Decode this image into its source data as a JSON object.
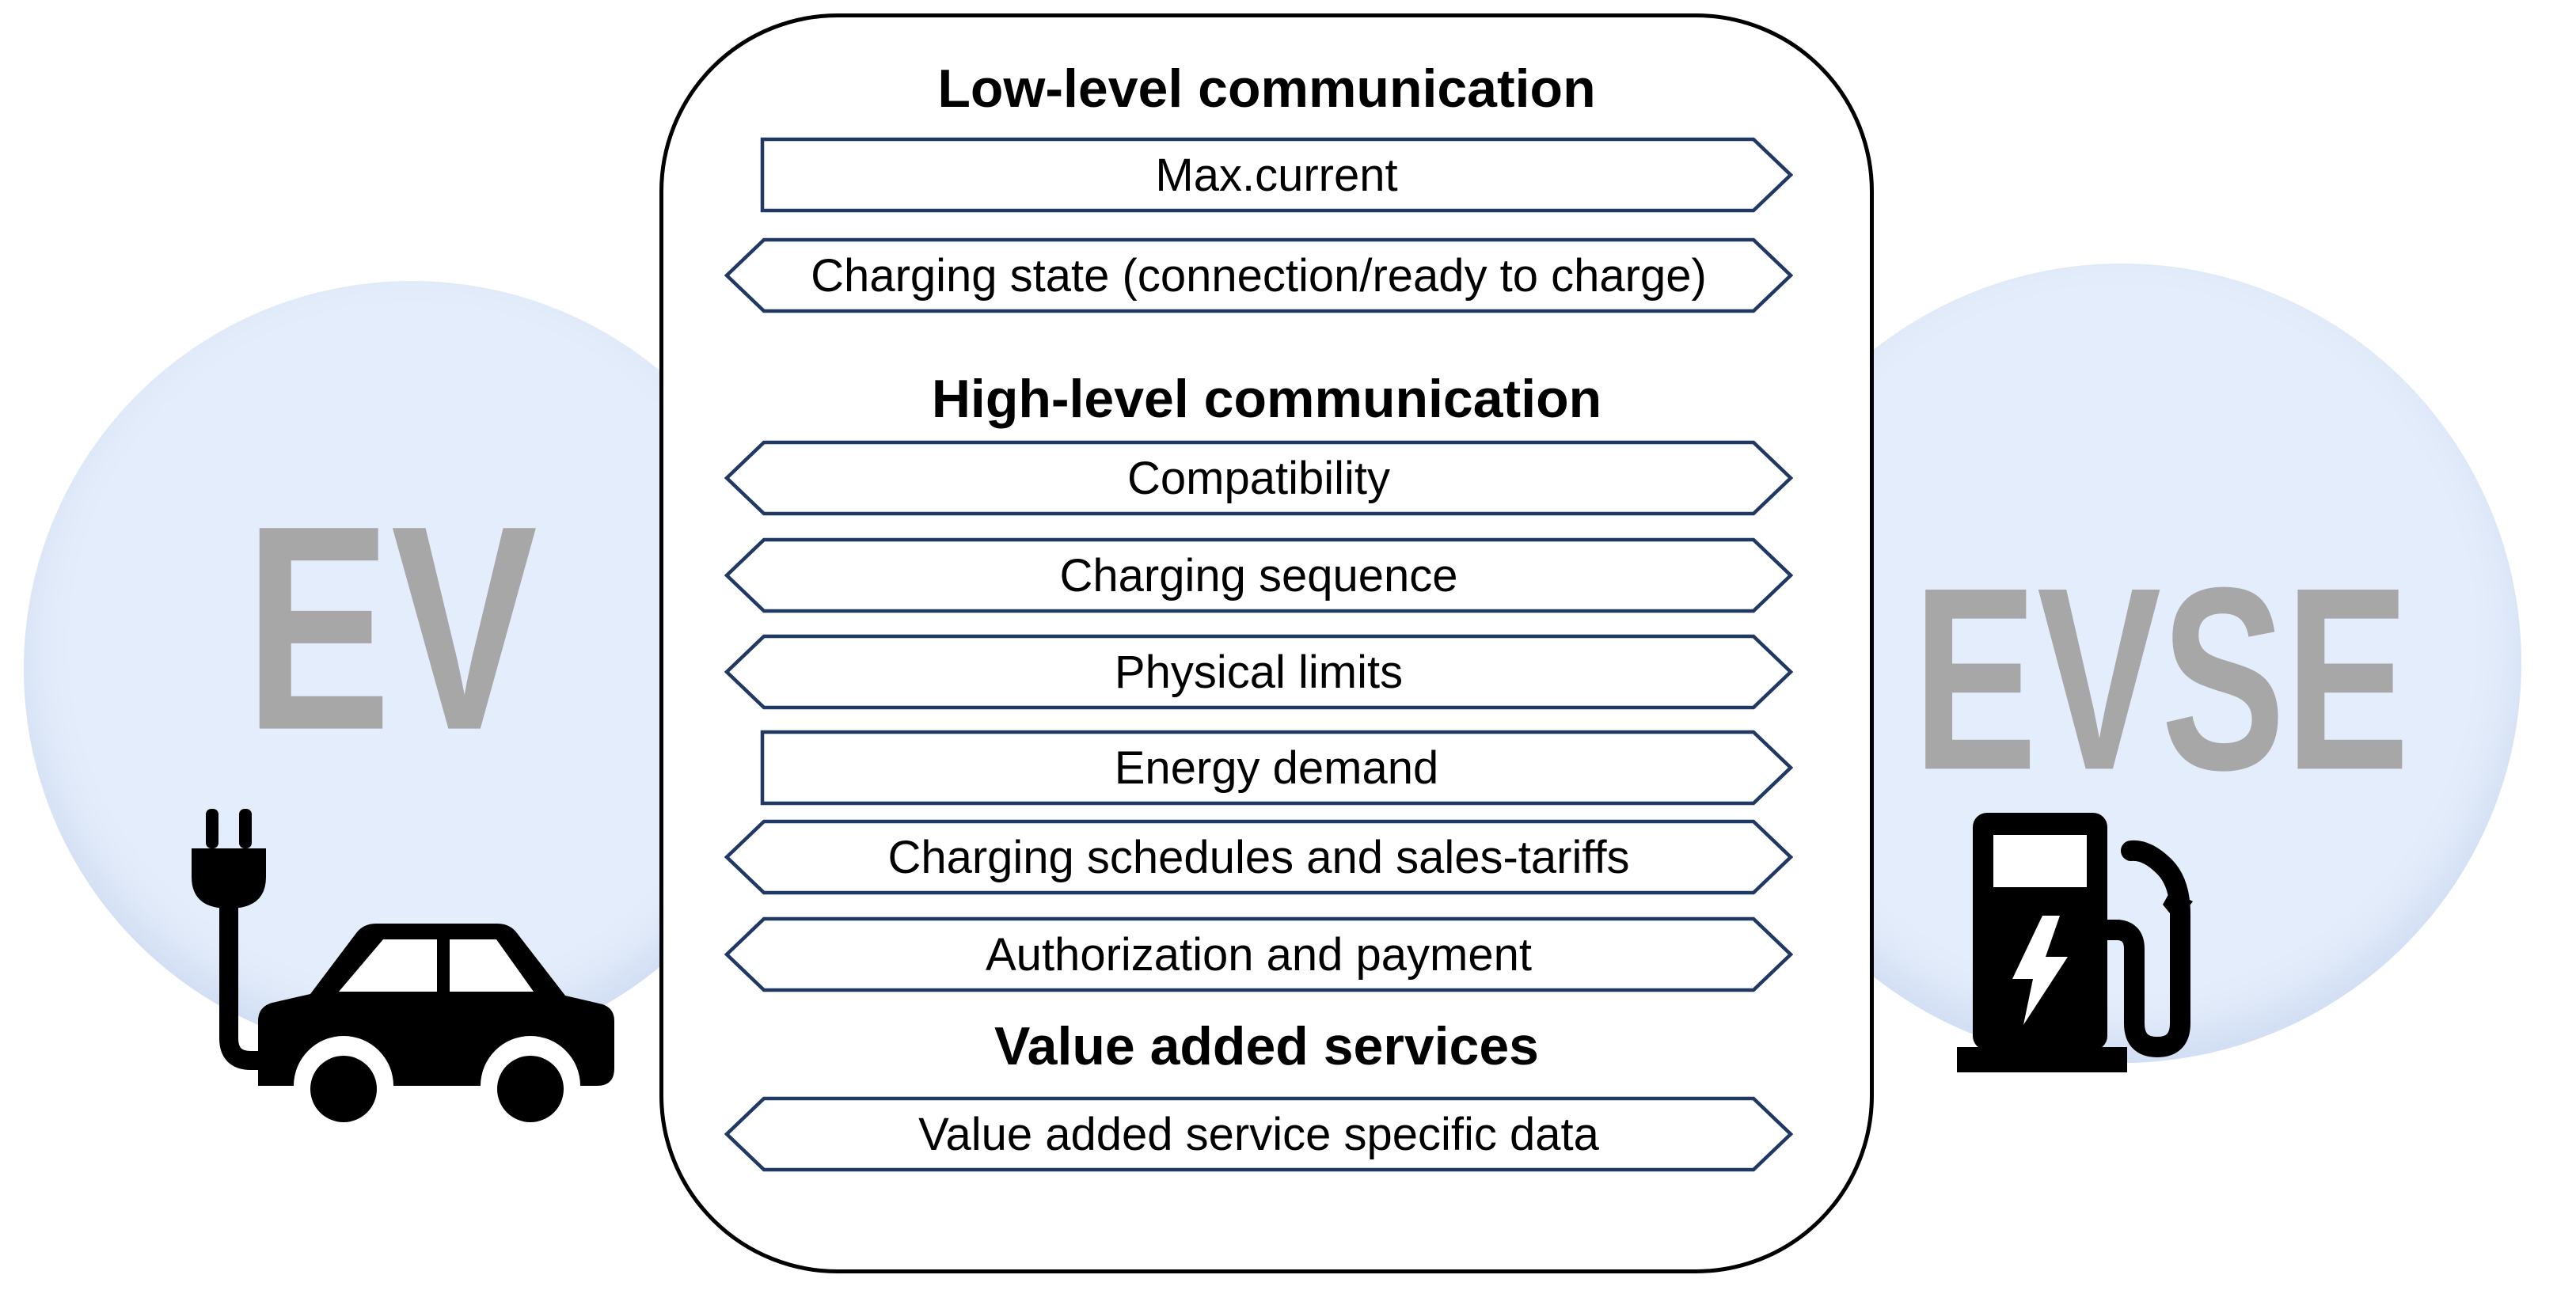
{
  "entities": {
    "ev": {
      "label": "EV",
      "icon": "ev-car-plug-icon"
    },
    "evse": {
      "label": "EVSE",
      "icon": "charging-station-icon"
    }
  },
  "panel": {
    "sections": [
      {
        "title": "Low-level communication",
        "items": [
          {
            "label": "Max.current",
            "direction": "ev-to-evse"
          },
          {
            "label": "Charging state (connection/ready to charge)",
            "direction": "bidirectional"
          }
        ]
      },
      {
        "title": "High-level communication",
        "items": [
          {
            "label": "Compatibility",
            "direction": "bidirectional"
          },
          {
            "label": "Charging sequence",
            "direction": "bidirectional"
          },
          {
            "label": "Physical limits",
            "direction": "bidirectional"
          },
          {
            "label": "Energy demand",
            "direction": "ev-to-evse"
          },
          {
            "label": "Charging schedules and sales-tariffs",
            "direction": "bidirectional"
          },
          {
            "label": "Authorization and payment",
            "direction": "bidirectional"
          }
        ]
      },
      {
        "title": "Value added services",
        "items": [
          {
            "label": "Value added service specific data",
            "direction": "bidirectional"
          }
        ]
      }
    ]
  },
  "colors": {
    "page_bg": "#ffffff",
    "circle_fill": "#e4edfb",
    "circle_shadow": "#cfdcf2",
    "entity_text": "#a7a7a7",
    "panel_fill": "#ffffff",
    "panel_border": "#000000",
    "banner_fill": "#ffffff",
    "banner_border": "#1f3864",
    "banner_text": "#000000",
    "title_text": "#000000",
    "icon_color": "#000000"
  }
}
